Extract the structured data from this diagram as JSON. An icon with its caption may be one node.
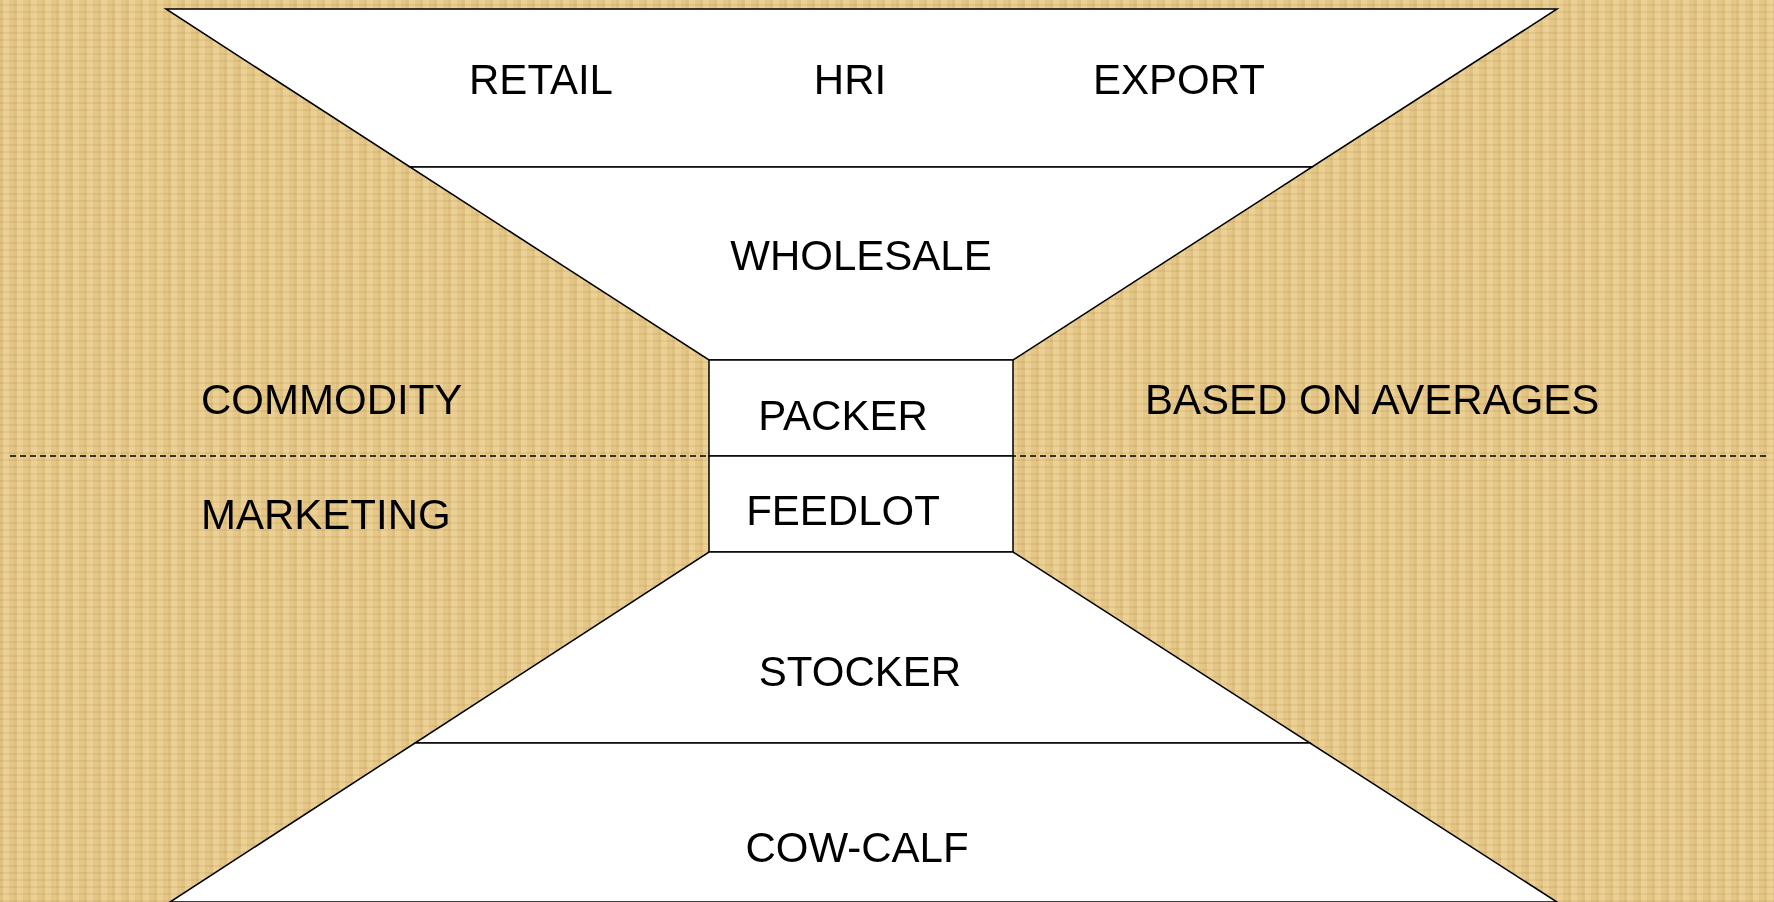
{
  "diagram": {
    "nodes": [
      {
        "text": [
          "RETAIL",
          "HRI",
          "EXPORT"
        ]
      },
      {
        "text": [
          "WHOLESALE"
        ]
      },
      {
        "text": [
          "PACKER"
        ]
      },
      {
        "text": [
          "FEEDLOT"
        ]
      },
      {
        "text": [
          "STOCKER"
        ]
      },
      {
        "text": [
          "COW-CALF"
        ]
      }
    ],
    "labels": [
      "COMMODITY",
      "BASED ON AVERAGES",
      "MARKETING"
    ]
  }
}
